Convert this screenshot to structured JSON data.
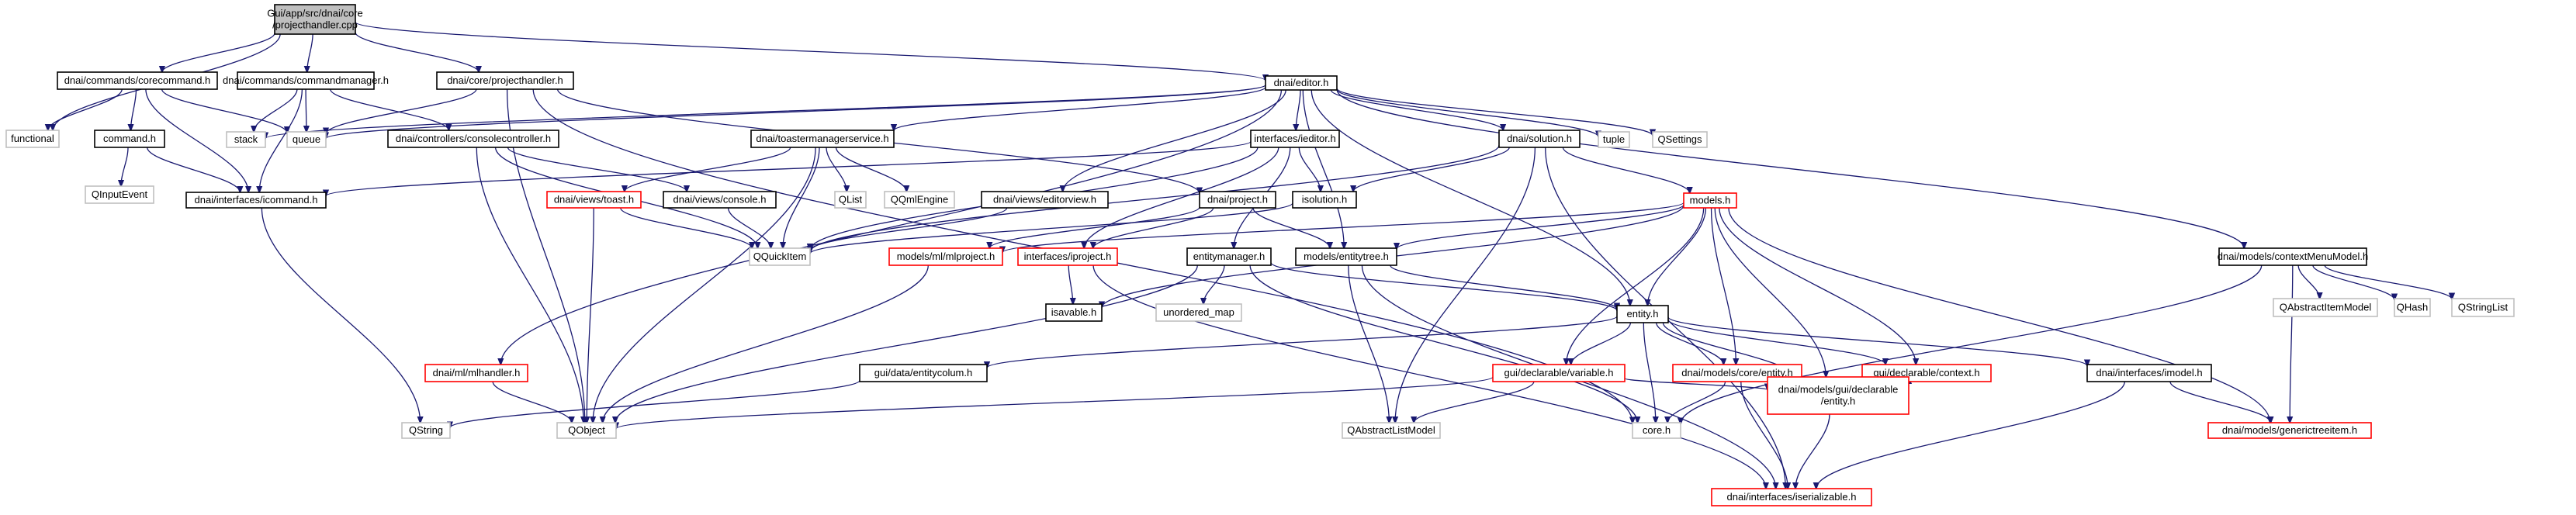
{
  "colors": {
    "edge": "#191970",
    "root_fill": "#bfbfbf",
    "normal_border": "#000000",
    "missing_border": "#bfbfbf",
    "truncated_border": "#ff0000"
  },
  "nodes": [
    {
      "id": "root",
      "lines": [
        "Gui/app/src/dnai/core",
        "/projecthandler.cpp"
      ],
      "style": "root"
    },
    {
      "id": "functional",
      "lines": [
        "functional"
      ],
      "style": "missing"
    },
    {
      "id": "corecommand",
      "lines": [
        "dnai/commands/corecommand.h"
      ],
      "style": "normal"
    },
    {
      "id": "commandmanager",
      "lines": [
        "dnai/commands/commandmanager.h"
      ],
      "style": "normal"
    },
    {
      "id": "projecthandler",
      "lines": [
        "dnai/core/projecthandler.h"
      ],
      "style": "normal"
    },
    {
      "id": "editor",
      "lines": [
        "dnai/editor.h"
      ],
      "style": "normal"
    },
    {
      "id": "command",
      "lines": [
        "command.h"
      ],
      "style": "normal"
    },
    {
      "id": "queue",
      "lines": [
        "queue"
      ],
      "style": "missing"
    },
    {
      "id": "stack",
      "lines": [
        "stack"
      ],
      "style": "missing"
    },
    {
      "id": "consolecontroller",
      "lines": [
        "dnai/controllers/consolecontroller.h"
      ],
      "style": "normal"
    },
    {
      "id": "toastermanagerservice",
      "lines": [
        "dnai/toastermanagerservice.h"
      ],
      "style": "normal"
    },
    {
      "id": "ieditor",
      "lines": [
        "interfaces/ieditor.h"
      ],
      "style": "normal"
    },
    {
      "id": "solution",
      "lines": [
        "dnai/solution.h"
      ],
      "style": "normal"
    },
    {
      "id": "tuple",
      "lines": [
        "tuple"
      ],
      "style": "missing"
    },
    {
      "id": "qsettings",
      "lines": [
        "QSettings"
      ],
      "style": "missing"
    },
    {
      "id": "qinputevent",
      "lines": [
        "QInputEvent"
      ],
      "style": "missing"
    },
    {
      "id": "icommand",
      "lines": [
        "dnai/interfaces/icommand.h"
      ],
      "style": "normal"
    },
    {
      "id": "toast",
      "lines": [
        "dnai/views/toast.h"
      ],
      "style": "truncated"
    },
    {
      "id": "console",
      "lines": [
        "dnai/views/console.h"
      ],
      "style": "normal"
    },
    {
      "id": "qlist",
      "lines": [
        "QList"
      ],
      "style": "missing"
    },
    {
      "id": "qqmlengine",
      "lines": [
        "QQmlEngine"
      ],
      "style": "missing"
    },
    {
      "id": "editorview",
      "lines": [
        "dnai/views/editorview.h"
      ],
      "style": "normal"
    },
    {
      "id": "project",
      "lines": [
        "dnai/project.h"
      ],
      "style": "normal"
    },
    {
      "id": "isolution",
      "lines": [
        "isolution.h"
      ],
      "style": "normal"
    },
    {
      "id": "models",
      "lines": [
        "models.h"
      ],
      "style": "truncated"
    },
    {
      "id": "contextmenumodel",
      "lines": [
        "dnai/models/contextMenuModel.h"
      ],
      "style": "normal"
    },
    {
      "id": "qquickitem",
      "lines": [
        "QQuickItem"
      ],
      "style": "missing"
    },
    {
      "id": "mlproject",
      "lines": [
        "models/ml/mlproject.h"
      ],
      "style": "truncated"
    },
    {
      "id": "iproject",
      "lines": [
        "interfaces/iproject.h"
      ],
      "style": "truncated"
    },
    {
      "id": "entitymanager",
      "lines": [
        "entitymanager.h"
      ],
      "style": "normal"
    },
    {
      "id": "entitytree",
      "lines": [
        "models/entitytree.h"
      ],
      "style": "normal"
    },
    {
      "id": "qabstractitemmodel",
      "lines": [
        "QAbstractItemModel"
      ],
      "style": "missing"
    },
    {
      "id": "qhash",
      "lines": [
        "QHash"
      ],
      "style": "missing"
    },
    {
      "id": "qstringlist",
      "lines": [
        "QStringList"
      ],
      "style": "missing"
    },
    {
      "id": "isavable",
      "lines": [
        "isavable.h"
      ],
      "style": "normal"
    },
    {
      "id": "unordered_map",
      "lines": [
        "unordered_map"
      ],
      "style": "missing"
    },
    {
      "id": "entity",
      "lines": [
        "entity.h"
      ],
      "style": "normal"
    },
    {
      "id": "mlhandler",
      "lines": [
        "dnai/ml/mlhandler.h"
      ],
      "style": "truncated"
    },
    {
      "id": "entitycolum",
      "lines": [
        "gui/data/entitycolum.h"
      ],
      "style": "normal"
    },
    {
      "id": "variable",
      "lines": [
        "gui/declarable/variable.h"
      ],
      "style": "truncated"
    },
    {
      "id": "coreentity",
      "lines": [
        "dnai/models/core/entity.h"
      ],
      "style": "truncated"
    },
    {
      "id": "context",
      "lines": [
        "gui/declarable/context.h"
      ],
      "style": "truncated"
    },
    {
      "id": "imodel",
      "lines": [
        "dnai/interfaces/imodel.h"
      ],
      "style": "normal"
    },
    {
      "id": "qstring",
      "lines": [
        "QString"
      ],
      "style": "missing"
    },
    {
      "id": "qobject",
      "lines": [
        "QObject"
      ],
      "style": "missing"
    },
    {
      "id": "qabstractlistmodel",
      "lines": [
        "QAbstractListModel"
      ],
      "style": "missing"
    },
    {
      "id": "core",
      "lines": [
        "core.h"
      ],
      "style": "missing"
    },
    {
      "id": "guientity",
      "lines": [
        "dnai/models/gui/declarable",
        "/entity.h"
      ],
      "style": "truncated"
    },
    {
      "id": "generictreeitem",
      "lines": [
        "dnai/models/generictreeitem.h"
      ],
      "style": "truncated"
    },
    {
      "id": "iserializable",
      "lines": [
        "dnai/interfaces/iserializable.h"
      ],
      "style": "truncated"
    }
  ],
  "edges": [
    [
      "root",
      "functional"
    ],
    [
      "root",
      "corecommand"
    ],
    [
      "root",
      "commandmanager"
    ],
    [
      "root",
      "projecthandler"
    ],
    [
      "root",
      "editor"
    ],
    [
      "corecommand",
      "functional"
    ],
    [
      "corecommand",
      "command"
    ],
    [
      "corecommand",
      "queue"
    ],
    [
      "corecommand",
      "icommand"
    ],
    [
      "commandmanager",
      "queue"
    ],
    [
      "commandmanager",
      "stack"
    ],
    [
      "commandmanager",
      "consolecontroller"
    ],
    [
      "commandmanager",
      "icommand"
    ],
    [
      "projecthandler",
      "queue"
    ],
    [
      "projecthandler",
      "qobject"
    ],
    [
      "projecthandler",
      "project"
    ],
    [
      "projecthandler",
      "core"
    ],
    [
      "editor",
      "queue"
    ],
    [
      "editor",
      "stack"
    ],
    [
      "editor",
      "toastermanagerservice"
    ],
    [
      "editor",
      "ieditor"
    ],
    [
      "editor",
      "solution"
    ],
    [
      "editor",
      "tuple"
    ],
    [
      "editor",
      "qsettings"
    ],
    [
      "editor",
      "editorview"
    ],
    [
      "editor",
      "mlhandler"
    ],
    [
      "editor",
      "entitytree"
    ],
    [
      "editor",
      "contextmenumodel"
    ],
    [
      "editor",
      "entity"
    ],
    [
      "command",
      "qinputevent"
    ],
    [
      "command",
      "icommand"
    ],
    [
      "consolecontroller",
      "console"
    ],
    [
      "consolecontroller",
      "qquickitem"
    ],
    [
      "consolecontroller",
      "qobject"
    ],
    [
      "toastermanagerservice",
      "toast"
    ],
    [
      "toastermanagerservice",
      "qlist"
    ],
    [
      "toastermanagerservice",
      "qqmlengine"
    ],
    [
      "toastermanagerservice",
      "qquickitem"
    ],
    [
      "toastermanagerservice",
      "qobject"
    ],
    [
      "ieditor",
      "icommand"
    ],
    [
      "ieditor",
      "isolution"
    ],
    [
      "ieditor",
      "qquickitem"
    ],
    [
      "ieditor",
      "iproject"
    ],
    [
      "ieditor",
      "entitymanager"
    ],
    [
      "solution",
      "isolution"
    ],
    [
      "solution",
      "models"
    ],
    [
      "solution",
      "qquickitem"
    ],
    [
      "solution",
      "qabstractlistmodel"
    ],
    [
      "solution",
      "iserializable"
    ],
    [
      "icommand",
      "qstring"
    ],
    [
      "toast",
      "qquickitem"
    ],
    [
      "toast",
      "qobject"
    ],
    [
      "console",
      "qquickitem"
    ],
    [
      "editorview",
      "qquickitem"
    ],
    [
      "project",
      "mlproject"
    ],
    [
      "project",
      "iproject"
    ],
    [
      "project",
      "entitytree"
    ],
    [
      "isolution",
      "qquickitem"
    ],
    [
      "models",
      "mlproject"
    ],
    [
      "models",
      "entitytree"
    ],
    [
      "models",
      "entity"
    ],
    [
      "models",
      "variable"
    ],
    [
      "models",
      "coreentity"
    ],
    [
      "models",
      "context"
    ],
    [
      "models",
      "guientity"
    ],
    [
      "models",
      "generictreeitem"
    ],
    [
      "models",
      "isavable"
    ],
    [
      "contextmenumodel",
      "qabstractitemmodel"
    ],
    [
      "contextmenumodel",
      "qhash"
    ],
    [
      "contextmenumodel",
      "qstringlist"
    ],
    [
      "contextmenumodel",
      "generictreeitem"
    ],
    [
      "contextmenumodel",
      "core"
    ],
    [
      "mlproject",
      "qobject"
    ],
    [
      "iproject",
      "isavable"
    ],
    [
      "iproject",
      "iserializable"
    ],
    [
      "entitymanager",
      "unordered_map"
    ],
    [
      "entitymanager",
      "entity"
    ],
    [
      "entitymanager",
      "core"
    ],
    [
      "entitymanager",
      "qobject"
    ],
    [
      "entitytree",
      "entity"
    ],
    [
      "entitytree",
      "qabstractlistmodel"
    ],
    [
      "entitytree",
      "iserializable"
    ],
    [
      "entity",
      "entitycolum"
    ],
    [
      "entity",
      "variable"
    ],
    [
      "entity",
      "coreentity"
    ],
    [
      "entity",
      "context"
    ],
    [
      "entity",
      "imodel"
    ],
    [
      "entity",
      "core"
    ],
    [
      "entity",
      "guientity"
    ],
    [
      "mlhandler",
      "qobject"
    ],
    [
      "entitycolum",
      "qstring"
    ],
    [
      "variable",
      "qobject"
    ],
    [
      "variable",
      "qabstractlistmodel"
    ],
    [
      "variable",
      "guientity"
    ],
    [
      "coreentity",
      "core"
    ],
    [
      "coreentity",
      "iserializable"
    ],
    [
      "context",
      "guientity"
    ],
    [
      "imodel",
      "generictreeitem"
    ],
    [
      "imodel",
      "iserializable"
    ],
    [
      "guientity",
      "iserializable"
    ]
  ]
}
